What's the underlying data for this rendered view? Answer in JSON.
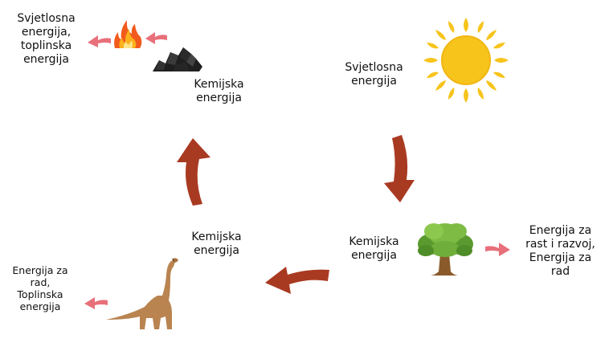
{
  "labels": {
    "sun_energy": "Svjetlosna\nenergija",
    "fire_energy": "Svjetlosna\nenergija,\ntoplinska\nenergija",
    "coal_energy": "Kemijska\nenergija",
    "tree_energy": "Kemijska\nenergija",
    "tree_output": "Energija za\nrast i razvoj,\nEnergija za\nrad",
    "dino_energy": "Kemijska\nenergija",
    "dino_output": "Energija za\nrad,\nToplinska\nenergija"
  },
  "colors": {
    "cycle_arrow": "#a93a22",
    "output_arrow": "#e8707a",
    "sun": "#f7c41c",
    "tree_leaves": "#6fae3a",
    "dino": "#b98450"
  },
  "icons": [
    "sun-icon",
    "fire-icon",
    "coal-icon",
    "tree-icon",
    "dinosaur-icon"
  ]
}
